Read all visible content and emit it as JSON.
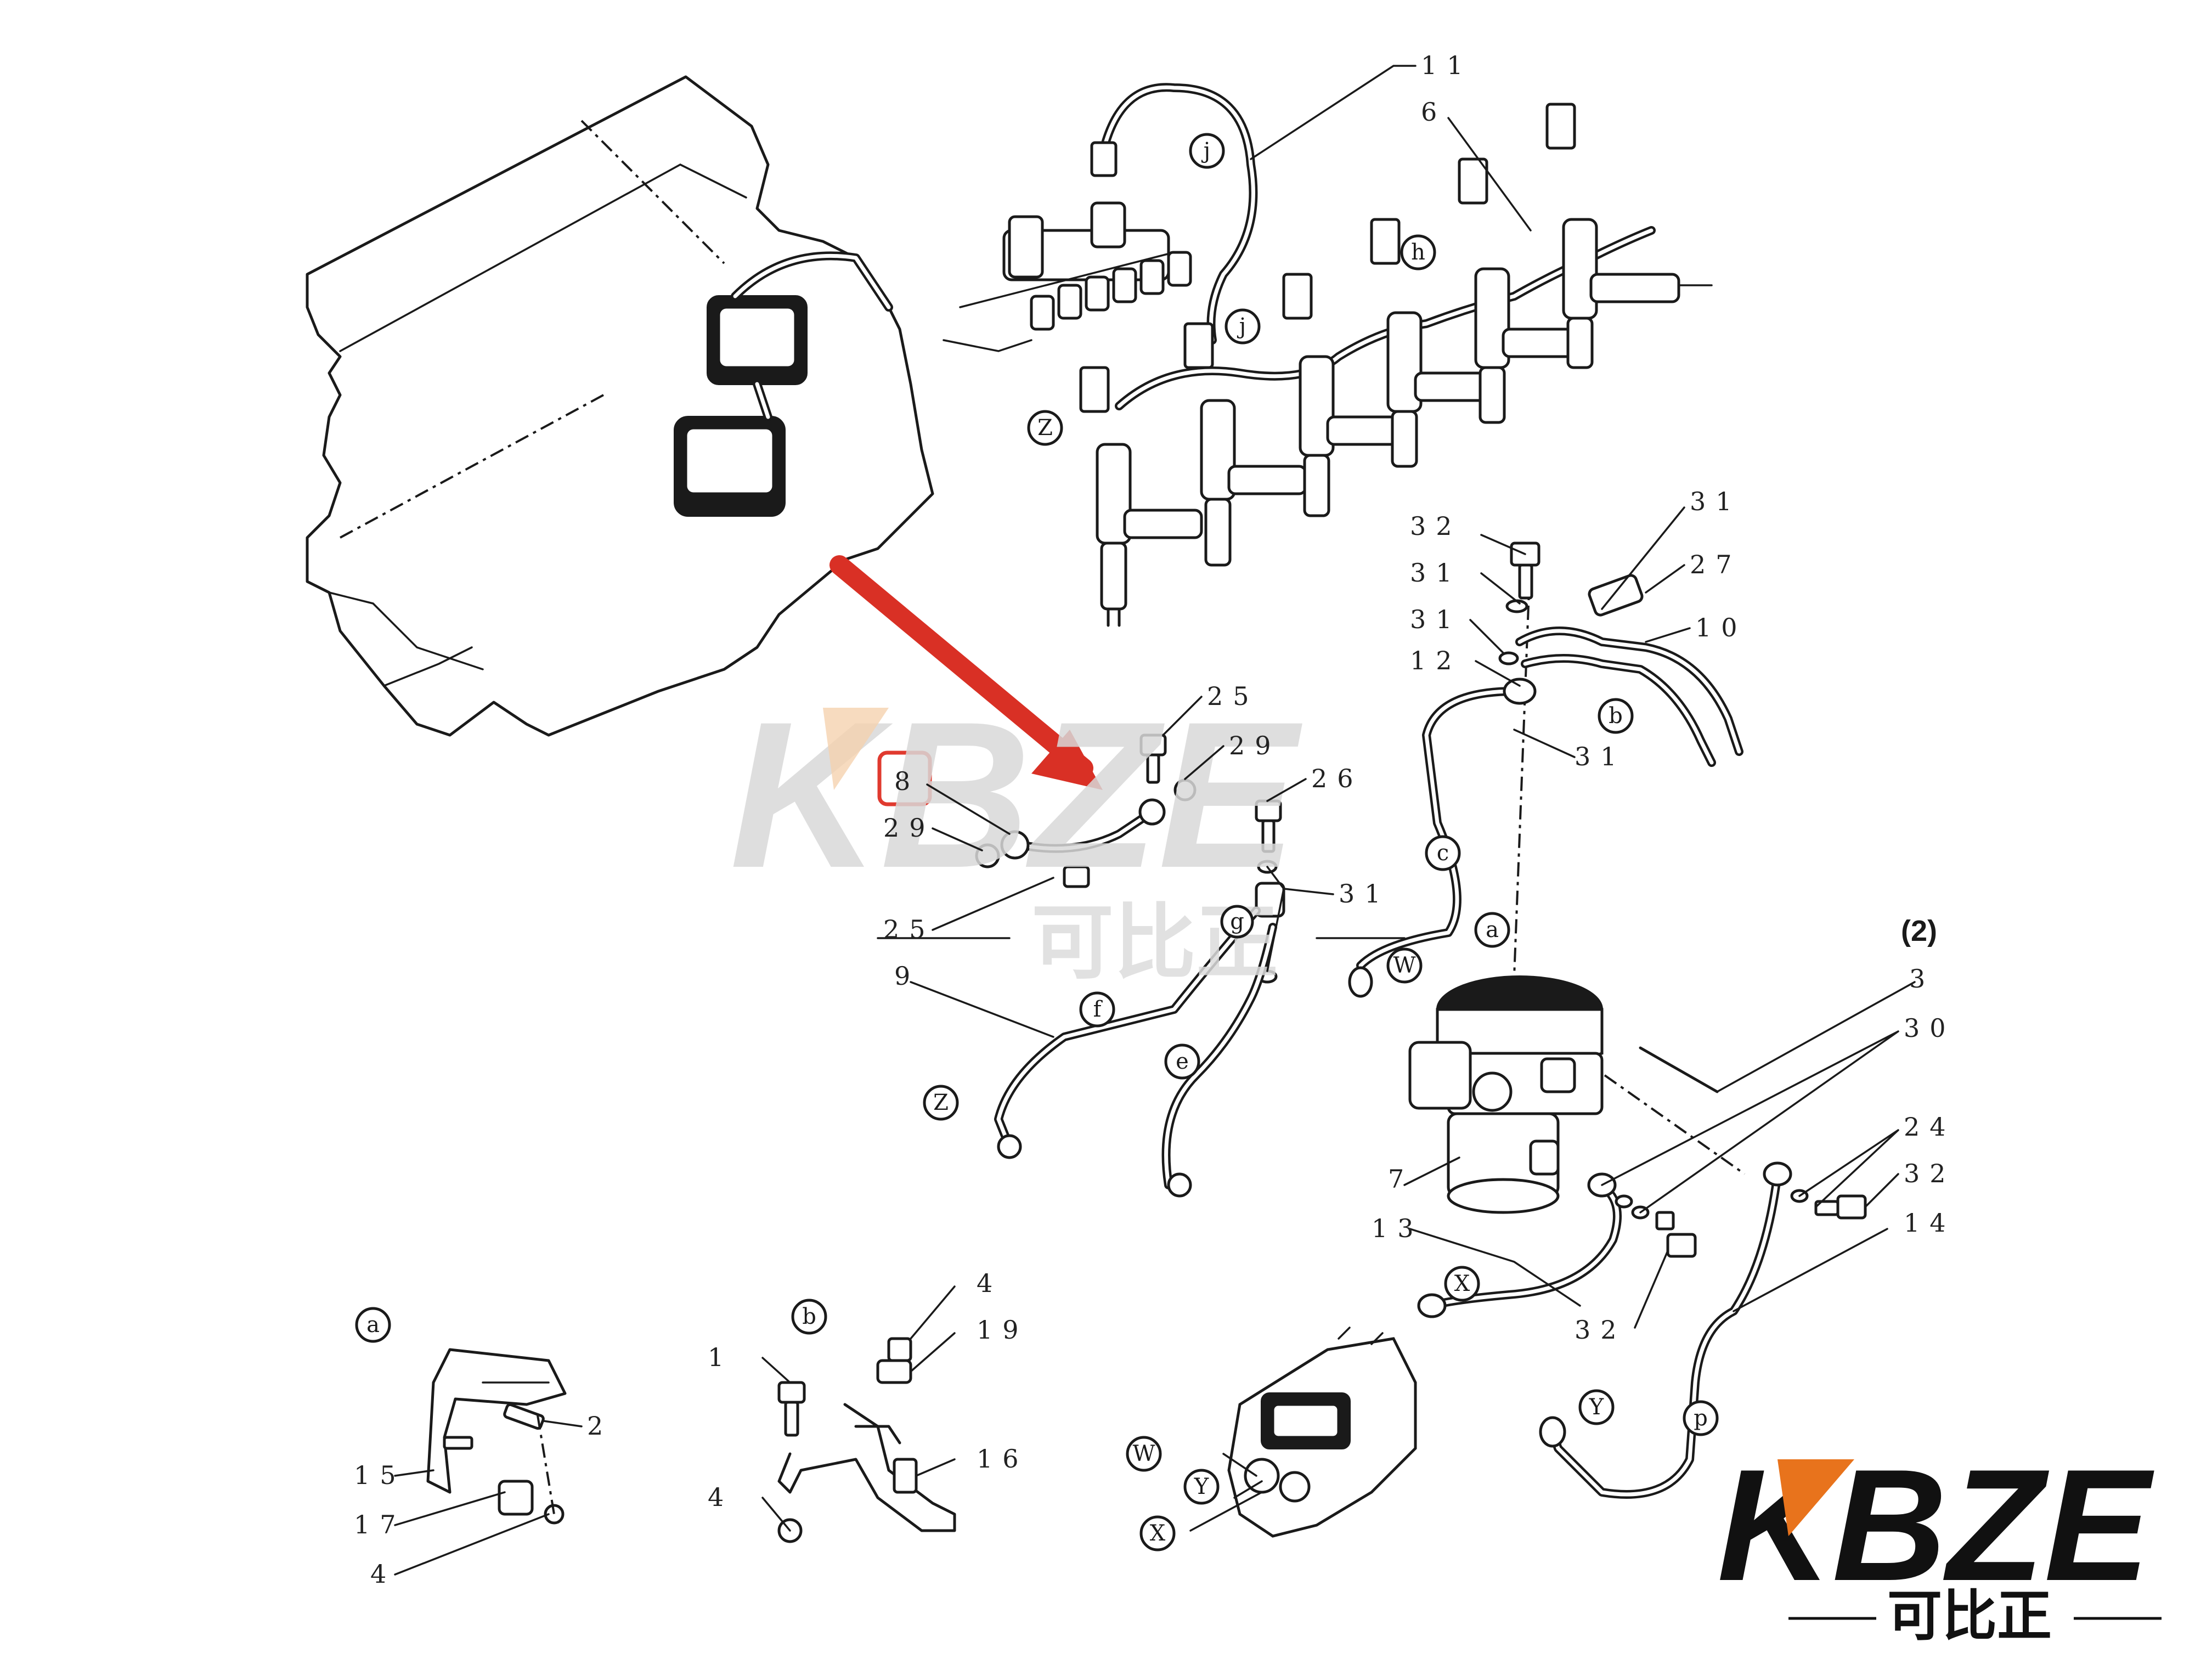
{
  "callout_numbers": {
    "n11": "11",
    "n6": "6",
    "n32_a": "32",
    "n31_a": "31",
    "n31_b": "31",
    "n27": "27",
    "n31_c": "31",
    "n12": "12",
    "n10": "10",
    "n31_d": "31",
    "n25_a": "25",
    "n29_a": "29",
    "n8": "8",
    "n26": "26",
    "n29_b": "29",
    "n25_b": "25",
    "n31_e": "31",
    "n9": "9",
    "n3": "3",
    "n30": "30",
    "n24": "24",
    "n32_b": "32",
    "n7": "7",
    "n14": "14",
    "n13": "13",
    "n32_c": "32",
    "n4_a": "4",
    "n19": "19",
    "n1": "1",
    "n16": "16",
    "n4_b": "4",
    "n2": "2",
    "n15": "15",
    "n17": "17",
    "n4_c": "4"
  },
  "circle_labels": {
    "j1": "j",
    "j2": "j",
    "h": "h",
    "z1": "Z",
    "b1": "b",
    "c": "c",
    "a1": "a",
    "w1": "W",
    "g": "g",
    "f": "f",
    "e": "e",
    "z2": "Z",
    "x1": "X",
    "y1": "Y",
    "p": "p",
    "a2": "a",
    "b2": "b",
    "w2": "W",
    "y2": "Y",
    "x2": "X"
  },
  "assembly_label": "(2)",
  "highlight": {
    "part_number": "8",
    "box_color": "#e03a2f",
    "arrow_color": "#d93025"
  },
  "watermark": {
    "text": "KBZE",
    "subtitle": "可比正",
    "color": "#d9d9d9",
    "accent_color": "#f2c9a0"
  },
  "logo": {
    "text": "KBZE",
    "subtitle": "可比正",
    "color": "#111111",
    "accent_color": "#e8731c"
  }
}
